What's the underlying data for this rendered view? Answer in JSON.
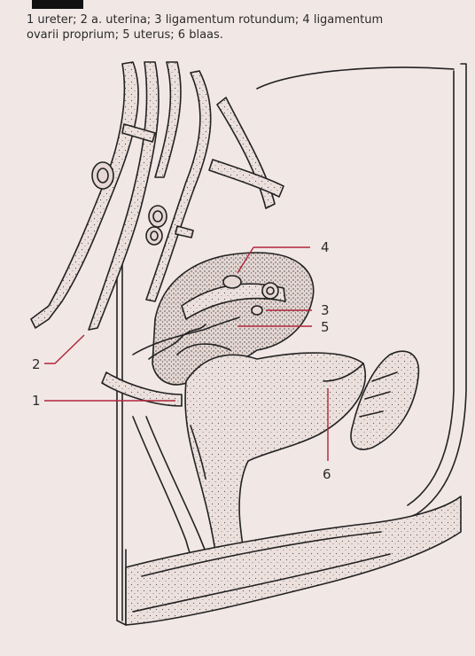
{
  "caption": {
    "line1": "1 ureter; 2 a. uterina; 3 ligamentum rotundum; 4 ligamentum",
    "line2": "ovarii proprium; 5 uterus; 6 blaas."
  },
  "labels": {
    "n1": "1",
    "n2": "2",
    "n3": "3",
    "n4": "4",
    "n5": "5",
    "n6": "6"
  },
  "colors": {
    "paper": "#f1e8e6",
    "ink": "#222222",
    "leader": "#b0243a"
  }
}
